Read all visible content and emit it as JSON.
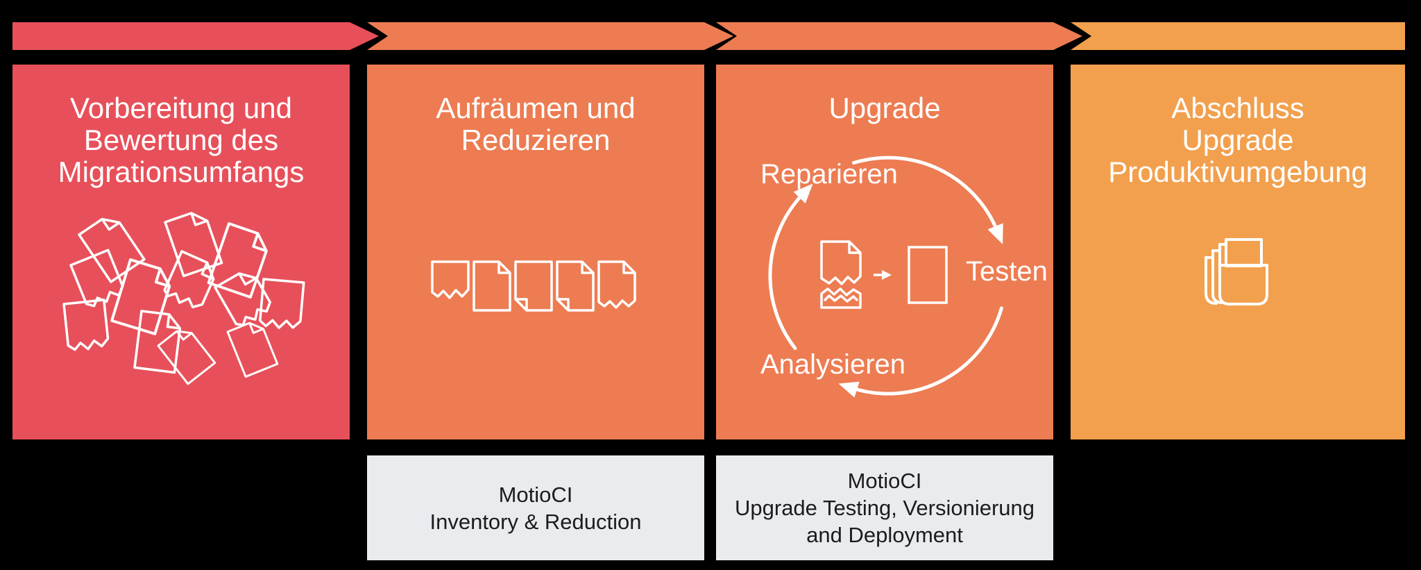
{
  "diagram_type": "migration-process-flow",
  "colors": {
    "background": "#000000",
    "stage_red": "#e7505a",
    "stage_orange": "#ed7c52",
    "stage_amber": "#f2a04e",
    "footnote_bg": "#e9ebef",
    "footnote_text": "#1c1c1c",
    "icon_stroke": "#ffffff",
    "title_text": "#ffffff"
  },
  "stages": [
    {
      "title": "Vorbereitung und\nBewertung des\nMigrationsumfangs",
      "color": "#e7505a",
      "icon": "scattered-torn-documents"
    },
    {
      "title": "Aufräumen und\nReduzieren",
      "color": "#ed7c52",
      "icon": "document-row",
      "footnote": "MotioCI\nInventory & Reduction"
    },
    {
      "title": "Upgrade",
      "color": "#ed7c52",
      "icon": "broken-document-to-clean-document-cycle",
      "cycle": {
        "step_top": "Reparieren",
        "step_right": "Testen",
        "step_bottom": "Analysieren"
      },
      "footnote": "MotioCI\nUpgrade Testing, Versionierung\nand Deployment"
    },
    {
      "title": "Abschluss\nUpgrade\nProduktivumgebung",
      "color": "#f2a04e",
      "icon": "folder-with-documents"
    }
  ]
}
